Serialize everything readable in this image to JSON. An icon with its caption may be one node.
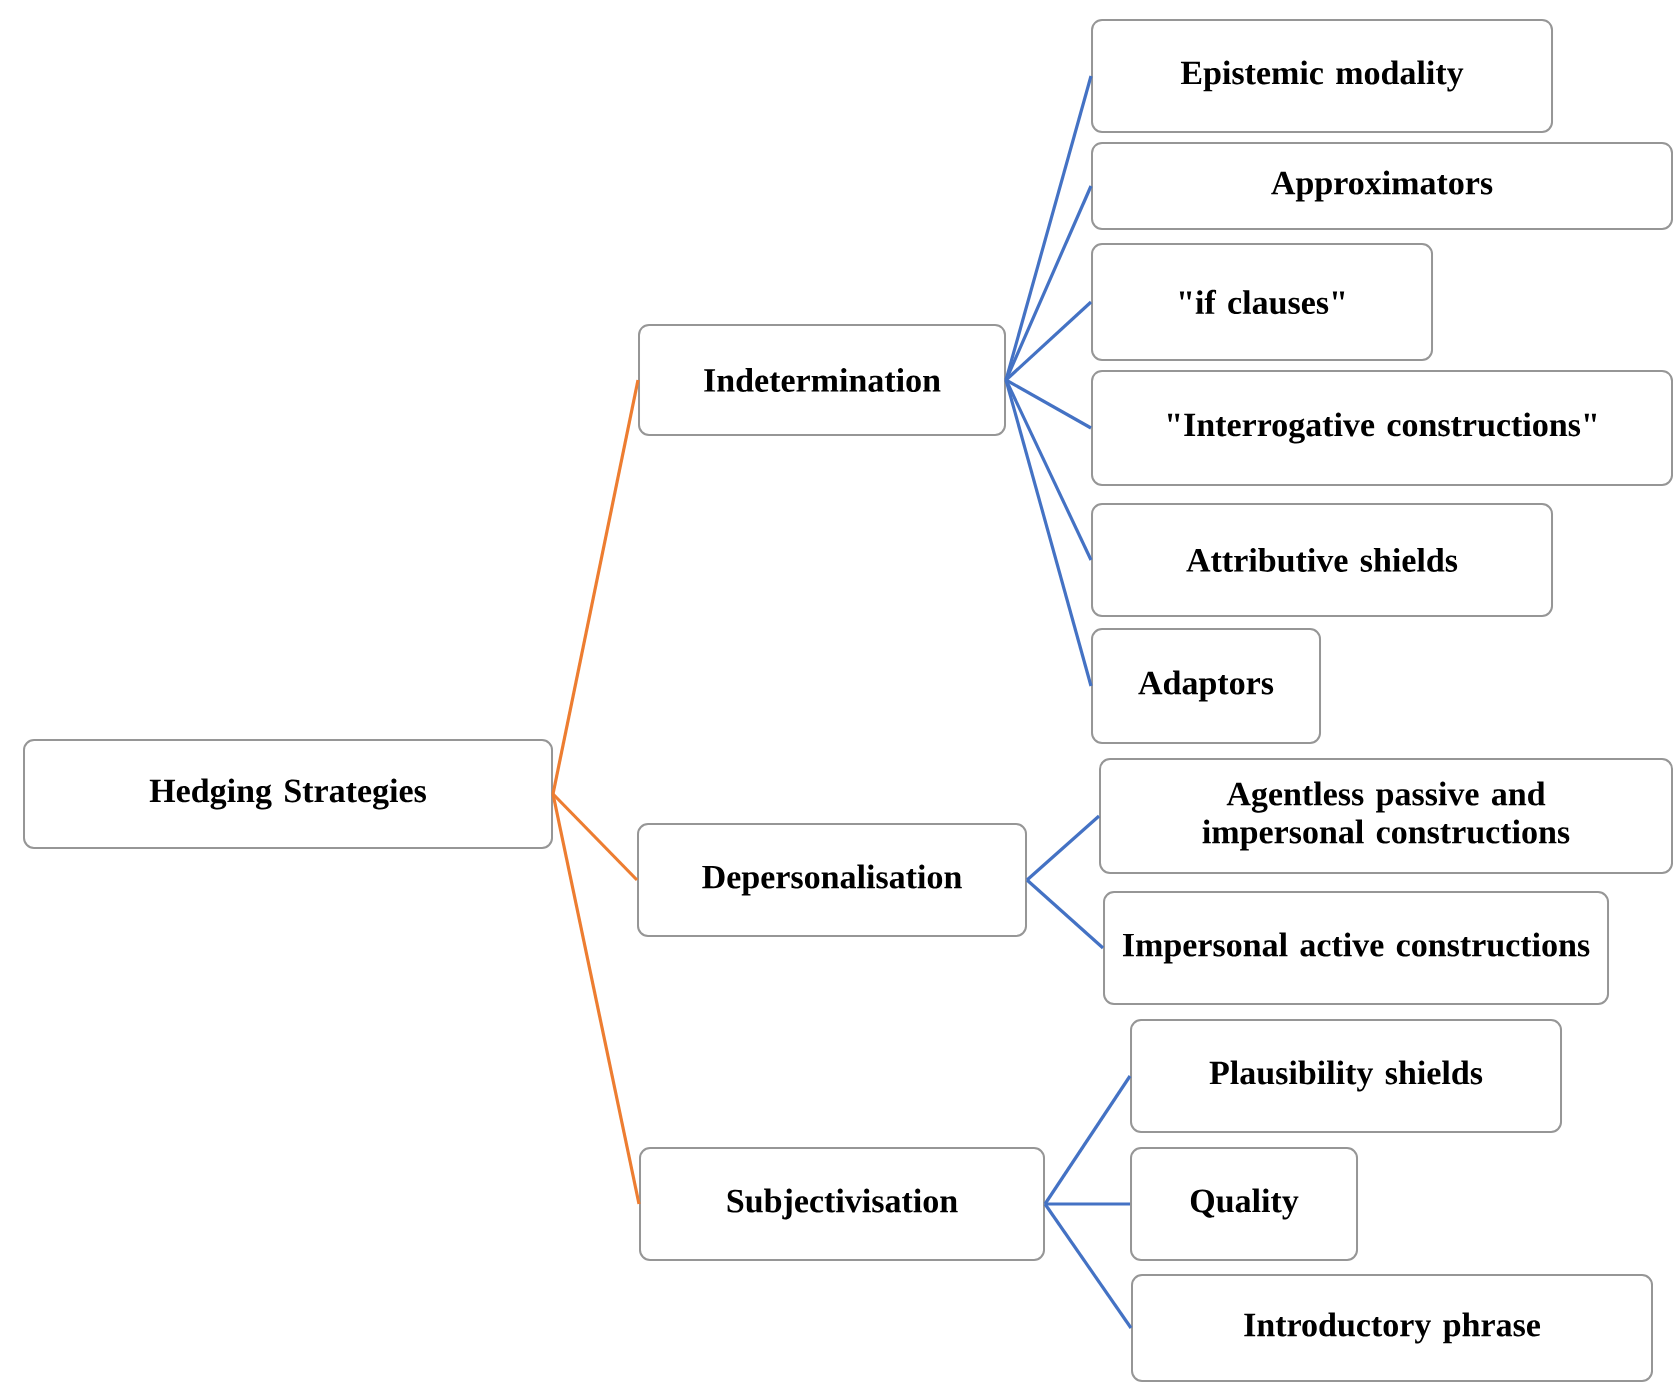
{
  "diagram": {
    "nodes": [
      {
        "text": [
          "Hedging Strategies"
        ]
      },
      {
        "text": [
          "Indetermination"
        ]
      },
      {
        "text": [
          "Epistemic modality"
        ]
      },
      {
        "text": [
          "Approximators"
        ]
      },
      {
        "text": [
          "\"if clauses\""
        ]
      },
      {
        "text": [
          "\"Interrogative constructions\""
        ]
      },
      {
        "text": [
          "Attributive shields"
        ]
      },
      {
        "text": [
          "Adaptors"
        ]
      },
      {
        "text": [
          "Depersonalisation"
        ]
      },
      {
        "text": [
          "Agentless passive and impersonal constructions"
        ]
      },
      {
        "text": [
          "Impersonal active constructions"
        ]
      },
      {
        "text": [
          "Subjectivisation"
        ]
      },
      {
        "text": [
          "Plausibility shields"
        ]
      },
      {
        "text": [
          "Quality"
        ]
      },
      {
        "text": [
          "Introductory phrase"
        ]
      }
    ],
    "edges": [
      {
        "from": 0,
        "to": 1,
        "arrow": "none",
        "color": "#ed7d31"
      },
      {
        "from": 0,
        "to": 8,
        "arrow": "none",
        "color": "#ed7d31"
      },
      {
        "from": 0,
        "to": 11,
        "arrow": "none",
        "color": "#ed7d31"
      },
      {
        "from": 1,
        "to": 2,
        "arrow": "none"
      },
      {
        "from": 1,
        "to": 3,
        "arrow": "none"
      },
      {
        "from": 1,
        "to": 4,
        "arrow": "none"
      },
      {
        "from": 1,
        "to": 5,
        "arrow": "none"
      },
      {
        "from": 1,
        "to": 6,
        "arrow": "none"
      },
      {
        "from": 1,
        "to": 7,
        "arrow": "none"
      },
      {
        "from": 8,
        "to": 9,
        "arrow": "none"
      },
      {
        "from": 8,
        "to": 10,
        "arrow": "none"
      },
      {
        "from": 11,
        "to": 12,
        "arrow": "none"
      },
      {
        "from": 11,
        "to": 13,
        "arrow": "none"
      },
      {
        "from": 11,
        "to": 14,
        "arrow": "none"
      }
    ]
  }
}
